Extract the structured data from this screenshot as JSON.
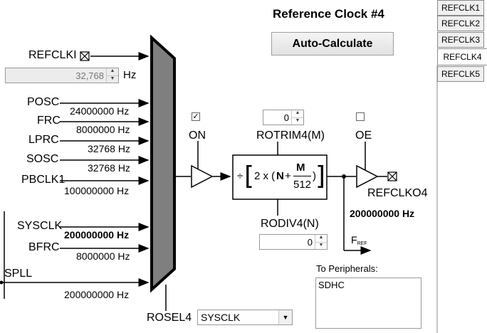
{
  "title": "Reference Clock #4",
  "auto_calc_label": "Auto-Calculate",
  "tabs": [
    "REFCLK1",
    "REFCLK2",
    "REFCLK3",
    "REFCLK4",
    "REFCLK5"
  ],
  "refclki": {
    "label": "REFCLKI",
    "value": "32,768",
    "unit": "Hz"
  },
  "inputs": [
    {
      "name": "POSC",
      "freq": "24000000 Hz"
    },
    {
      "name": "FRC",
      "freq": "8000000 Hz"
    },
    {
      "name": "LPRC",
      "freq": "32768 Hz"
    },
    {
      "name": "SOSC",
      "freq": "32768 Hz"
    },
    {
      "name": "PBCLK1",
      "freq": "100000000 Hz"
    },
    {
      "name": "SYSCLK",
      "freq": "200000000 Hz"
    },
    {
      "name": "BFRC",
      "freq": "8000000 Hz"
    },
    {
      "name": "SPLL",
      "freq": "200000000 Hz"
    }
  ],
  "on": {
    "label": "ON",
    "checked": true
  },
  "rotrim": {
    "label": "ROTRIM4(M)",
    "value": "0"
  },
  "rodiv": {
    "label": "RODIV4(N)",
    "value": "0"
  },
  "formula": {
    "div": "÷",
    "two": "2 x (",
    "n": "N",
    "plus": "+",
    "m": "M",
    "den": "512",
    ")": ")"
  },
  "oe": {
    "label": "OE",
    "checked": false
  },
  "refclko": {
    "label": "REFCLKO4",
    "freq": "200000000 Hz"
  },
  "fref": {
    "main": "F",
    "sub": "REF"
  },
  "peripherals": {
    "label": "To Peripherals:",
    "items": [
      "SDHC"
    ]
  },
  "rosel": {
    "label": "ROSEL4",
    "value": "SYSCLK"
  }
}
